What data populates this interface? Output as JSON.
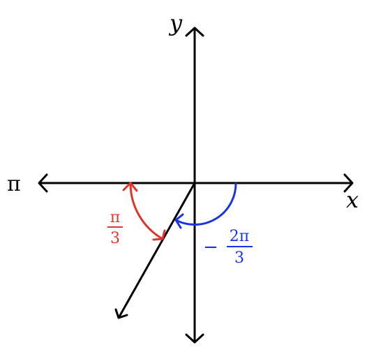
{
  "axes": {
    "x_label": "x",
    "y_label": "y",
    "left_label": "π"
  },
  "angles": {
    "red": {
      "numerator": "π",
      "denominator": "3",
      "color": "#e0352b"
    },
    "blue": {
      "sign": "−",
      "numerator": "2π",
      "denominator": "3",
      "color": "#1a33e6"
    }
  },
  "colors": {
    "axis": "#000000"
  }
}
